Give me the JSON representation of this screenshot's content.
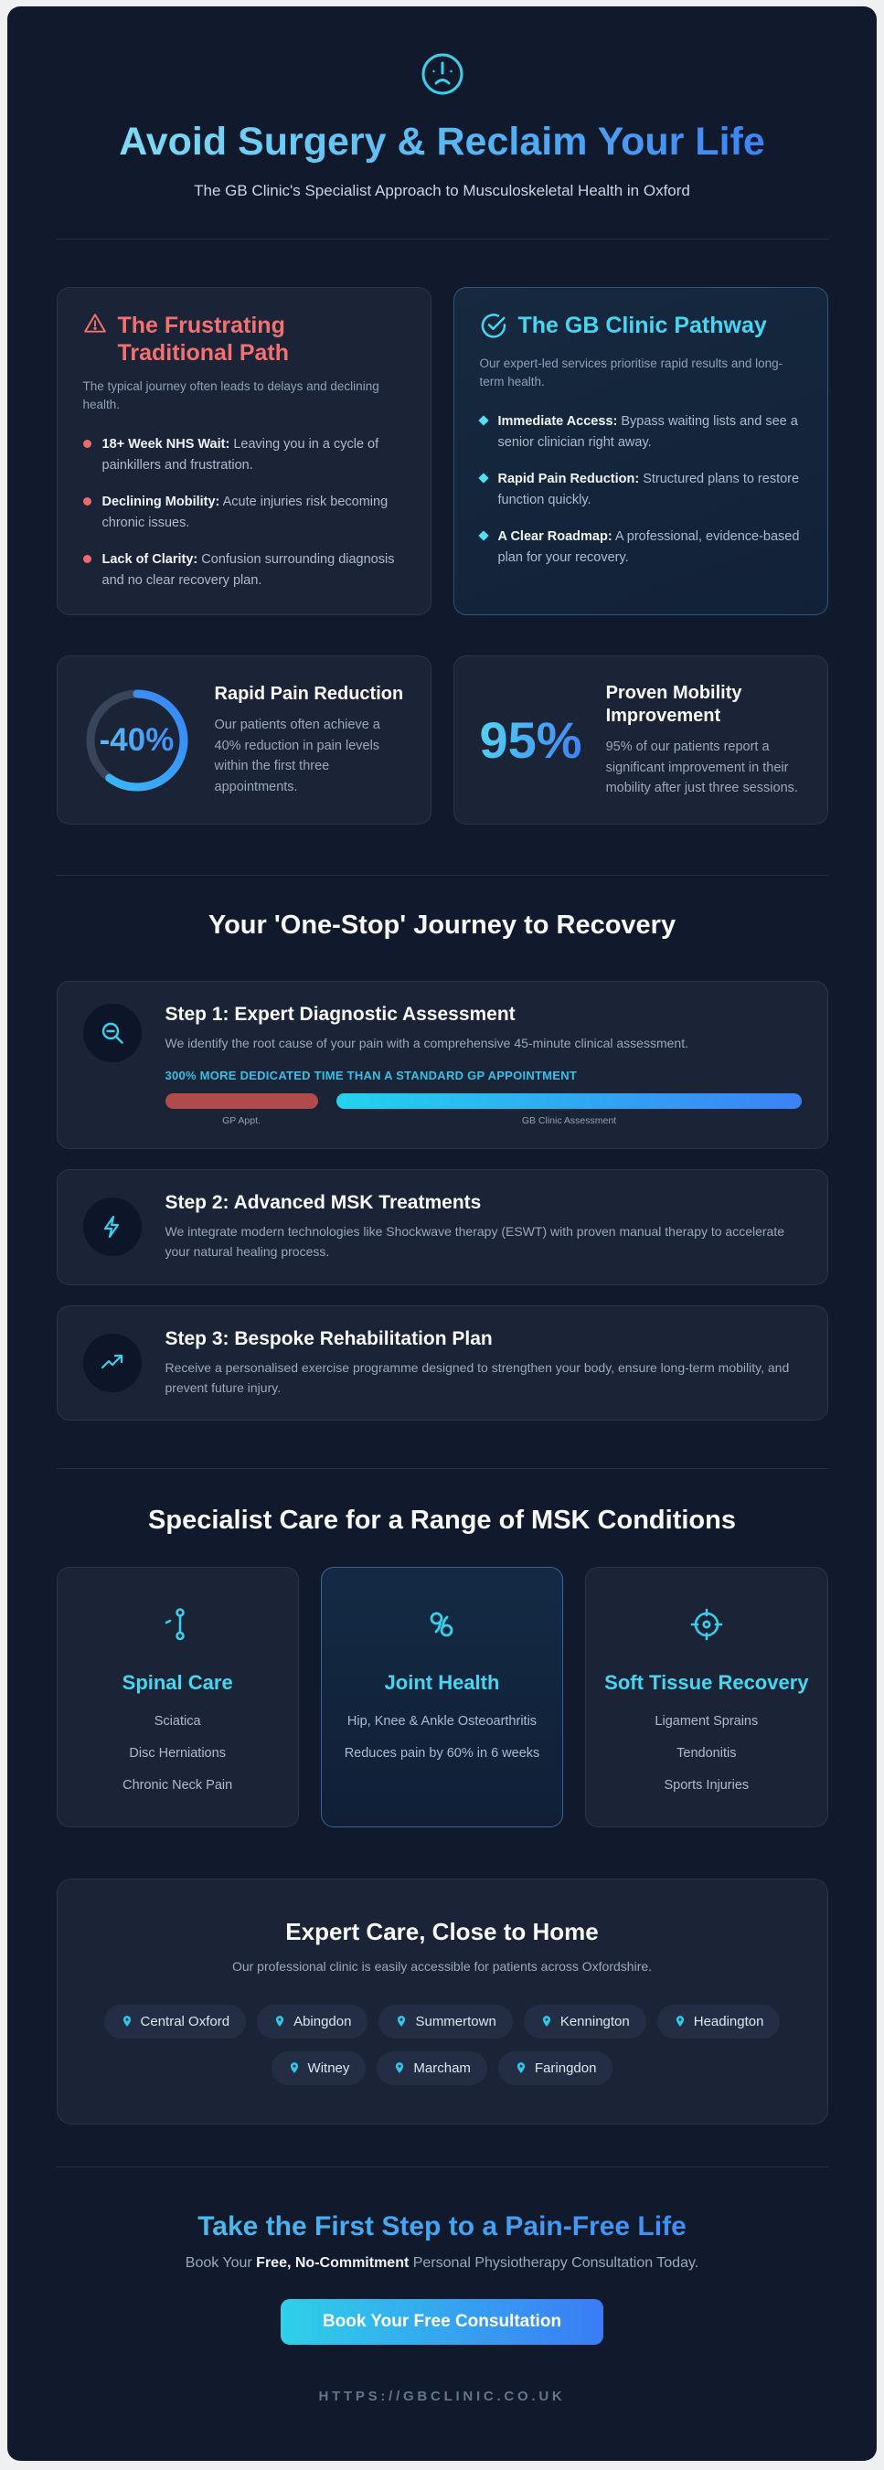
{
  "colors": {
    "accent_cyan": "#38d4f0",
    "accent_blue": "#3b82f6",
    "danger": "#f47171",
    "danger_bar": "#b04a4d",
    "page_bg": "#111a2d",
    "card_bg": "#1a2436"
  },
  "header": {
    "icon": "sad-face-icon",
    "title": "Avoid Surgery & Reclaim Your Life",
    "subtitle": "The GB Clinic's Specialist Approach to Musculoskeletal Health in Oxford"
  },
  "problem_card": {
    "icon": "warning-triangle-icon",
    "title": "The Frustrating Traditional Path",
    "subtitle": "The typical journey often leads to delays and declining health.",
    "bullets": [
      {
        "label": "18+ Week NHS Wait:",
        "text": " Leaving you in a cycle of painkillers and frustration."
      },
      {
        "label": "Declining Mobility:",
        "text": " Acute injuries risk becoming chronic issues."
      },
      {
        "label": "Lack of Clarity:",
        "text": " Confusion surrounding diagnosis and no clear recovery plan."
      }
    ]
  },
  "pathway_card": {
    "icon": "check-circle-icon",
    "title": "The GB Clinic Pathway",
    "subtitle": "Our expert-led services prioritise rapid results and long-term health.",
    "bullets": [
      {
        "label": "Immediate Access:",
        "text": " Bypass waiting lists and see a senior clinician right away."
      },
      {
        "label": "Rapid Pain Reduction:",
        "text": " Structured plans to restore function quickly."
      },
      {
        "label": "A Clear Roadmap:",
        "text": " A professional, evidence-based plan for your recovery."
      }
    ]
  },
  "stats": [
    {
      "value": "-40%",
      "ring_percent": 60,
      "title": "Rapid Pain Reduction",
      "description": "Our patients often achieve a 40% reduction in pain levels within the first three appointments."
    },
    {
      "value": "95%",
      "title": "Proven Mobility Improvement",
      "description": "95% of our patients report a significant improvement in their mobility after just three sessions."
    }
  ],
  "journey": {
    "heading": "Your 'One-Stop' Journey to Recovery",
    "steps": [
      {
        "icon": "magnifier-minus-icon",
        "title": "Step 1: Expert Diagnostic Assessment",
        "description": "We identify the root cause of your pain with a comprehensive 45-minute clinical assessment."
      },
      {
        "icon": "lightning-icon",
        "title": "Step 2: Advanced MSK Treatments",
        "description": "We integrate modern technologies like Shockwave therapy (ESWT) with proven manual therapy to accelerate your natural healing process."
      },
      {
        "icon": "trend-up-icon",
        "title": "Step 3: Bespoke Rehabilitation Plan",
        "description": "Receive a personalised exercise programme designed to strengthen your body, ensure long-term mobility, and prevent future injury."
      }
    ],
    "comparison": {
      "caption": "300% MORE DEDICATED TIME THAN A STANDARD GP APPOINTMENT",
      "bars": [
        {
          "label": "GP Appt.",
          "width_pct": 24,
          "color": "#b04a4d"
        },
        {
          "label": "GB Clinic Assessment",
          "width_pct": 73,
          "color": "gradient-cyan-blue"
        }
      ]
    }
  },
  "conditions": {
    "heading": "Specialist Care for a Range of MSK Conditions",
    "cards": [
      {
        "icon": "spine-icon",
        "title": "Spinal Care",
        "items": [
          "Sciatica",
          "Disc Herniations",
          "Chronic Neck Pain"
        ],
        "highlighted": false
      },
      {
        "icon": "joint-icon",
        "title": "Joint Health",
        "items": [
          "Hip, Knee & Ankle Osteoarthritis",
          "Reduces pain by 60% in 6 weeks"
        ],
        "highlighted": true
      },
      {
        "icon": "crosshair-icon",
        "title": "Soft Tissue Recovery",
        "items": [
          "Ligament Sprains",
          "Tendonitis",
          "Sports Injuries"
        ],
        "highlighted": false
      }
    ]
  },
  "locations": {
    "heading": "Expert Care, Close to Home",
    "subtitle": "Our professional clinic is easily accessible for patients across Oxfordshire.",
    "chips": [
      "Central Oxford",
      "Abingdon",
      "Summertown",
      "Kennington",
      "Headington",
      "Witney",
      "Marcham",
      "Faringdon"
    ]
  },
  "cta": {
    "heading": "Take the First Step to a Pain-Free Life",
    "sub_prefix": "Book Your ",
    "sub_bold": "Free, No-Commitment",
    "sub_suffix": " Personal Physiotherapy Consultation Today.",
    "button_label": "Book Your Free Consultation"
  },
  "footer": {
    "url": "HTTPS://GBCLINIC.CO.UK"
  }
}
